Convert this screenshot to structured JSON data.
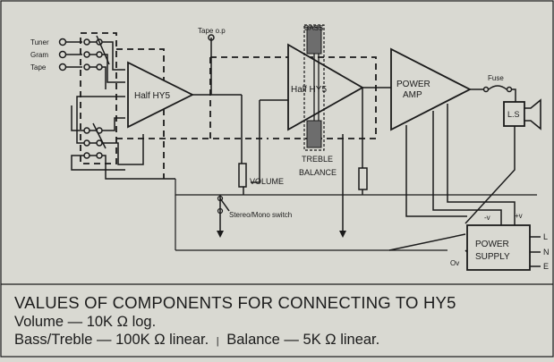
{
  "inputs": [
    "Tuner",
    "Gram",
    "Tape"
  ],
  "tape_out_label": "Tape o.p",
  "amp1_label": "Half HY5",
  "amp2_label": "Half HY5",
  "bass_label": "BASS",
  "treble_label": "TREBLE",
  "balance_label": "BALANCE",
  "volume_label": "VOLUME",
  "power_amp_line1": "POWER",
  "power_amp_line2": "AMP",
  "fuse_label": "Fuse",
  "ls_label": "L.S",
  "switch_label": "Stereo/Mono switch",
  "psu_line1": "POWER",
  "psu_line2": "SUPPLY",
  "psu_neg": "-v",
  "psu_pos": "+v",
  "psu_zero": "Ov",
  "mains_terminals": [
    "L",
    "N",
    "E"
  ],
  "caption": {
    "title": "VALUES OF COMPONENTS FOR CONNECTING TO HY5",
    "line1": "Volume — 10K Ω log.",
    "line2_a": "Bass/Treble — 100K Ω linear.",
    "line2_sep": "|",
    "line2_b": "Balance — 5K Ω linear."
  }
}
